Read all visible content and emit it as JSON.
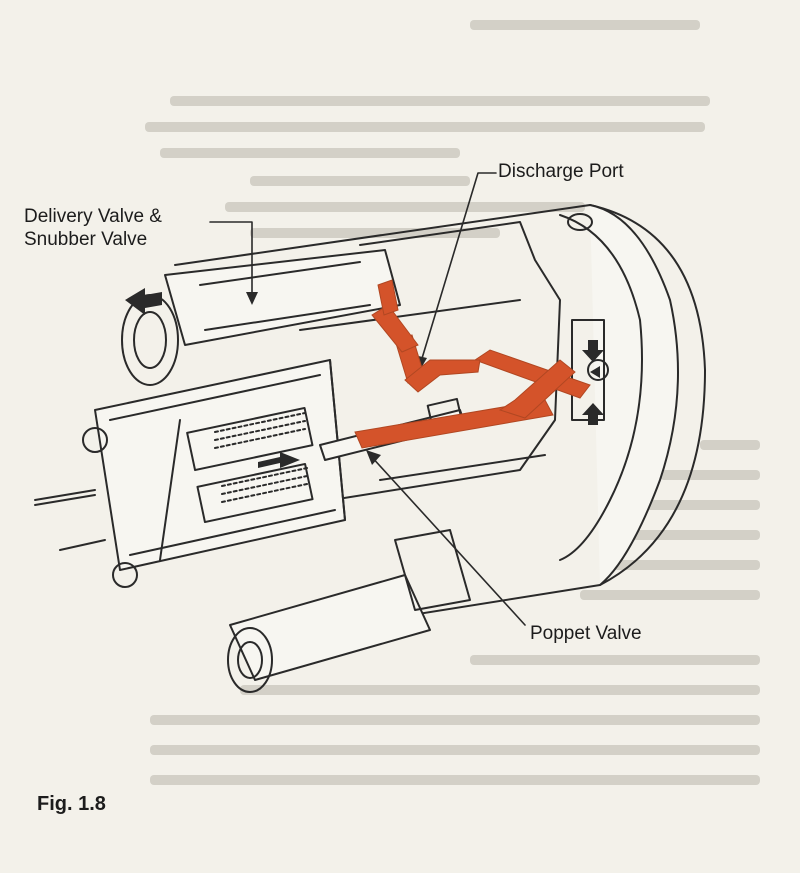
{
  "figure": {
    "caption": "Fig. 1.8",
    "labels": {
      "discharge_port": "Discharge Port",
      "delivery_valve_line1": "Delivery Valve &",
      "delivery_valve_line2": "Snubber Valve",
      "poppet_valve": "Poppet Valve"
    }
  },
  "colors": {
    "flow": "#d4532a",
    "ink": "#2a2a2a",
    "page": "#f3f1ea",
    "faded_text": "#c9c6bd"
  }
}
